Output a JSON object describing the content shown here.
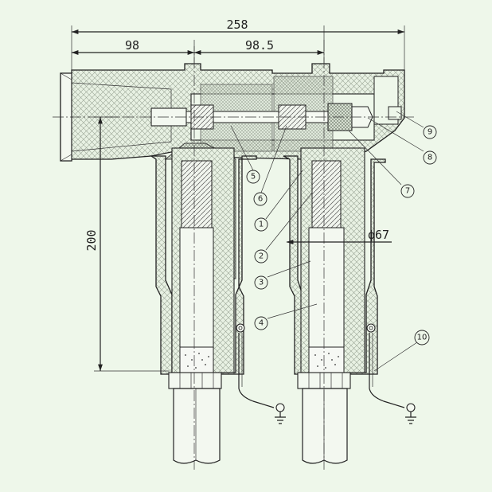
{
  "dimensions": {
    "total_width": "258",
    "left_offset": "98",
    "pitch": "98.5",
    "height": "200",
    "diameter": "ϕ67"
  },
  "callouts": [
    "1",
    "2",
    "3",
    "4",
    "5",
    "6",
    "7",
    "8",
    "9",
    "10"
  ],
  "colors": {
    "background": "#eef7ea",
    "line": "#222222"
  },
  "icons": [
    "ground-symbol",
    "ground-symbol"
  ]
}
